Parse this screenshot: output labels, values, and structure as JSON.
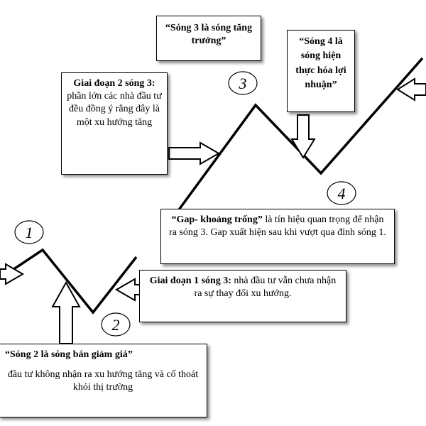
{
  "wave_labels": [
    "1",
    "2",
    "3",
    "4"
  ],
  "boxes": {
    "wave3_quote": "“Sóng 3 là sóng tăng trưởng”",
    "wave4_quote": "“Sóng 4 là sóng hiện thực hóa lợi nhuận”",
    "phase2": {
      "bold": "Giai đoạn 2 sóng 3:",
      "text": " phần lớn các nhà đầu tư đều đồng ý rằng đây là một xu hướng tăng"
    },
    "gap": {
      "bold": "“Gap- khoảng trống”",
      "text": " là tín hiệu quan trọng để nhận ra sóng 3. Gap xuất hiện sau khi vượt qua đỉnh sóng 1."
    },
    "phase1": {
      "bold": "Giai đoạn 1 sóng 3:",
      "text": "  nhà đầu tư vẫn chưa nhận ra sự thay đổi xu hướng."
    },
    "wave2": {
      "title": "“Sóng 2 là sóng bán giảm giá”",
      "text": "đầu tư không nhận ra xu hướng tăng và cố thoát khỏi thị trường"
    }
  },
  "colors": {
    "line": "#000000",
    "box_border": "#000000",
    "background": "#ffffff"
  }
}
